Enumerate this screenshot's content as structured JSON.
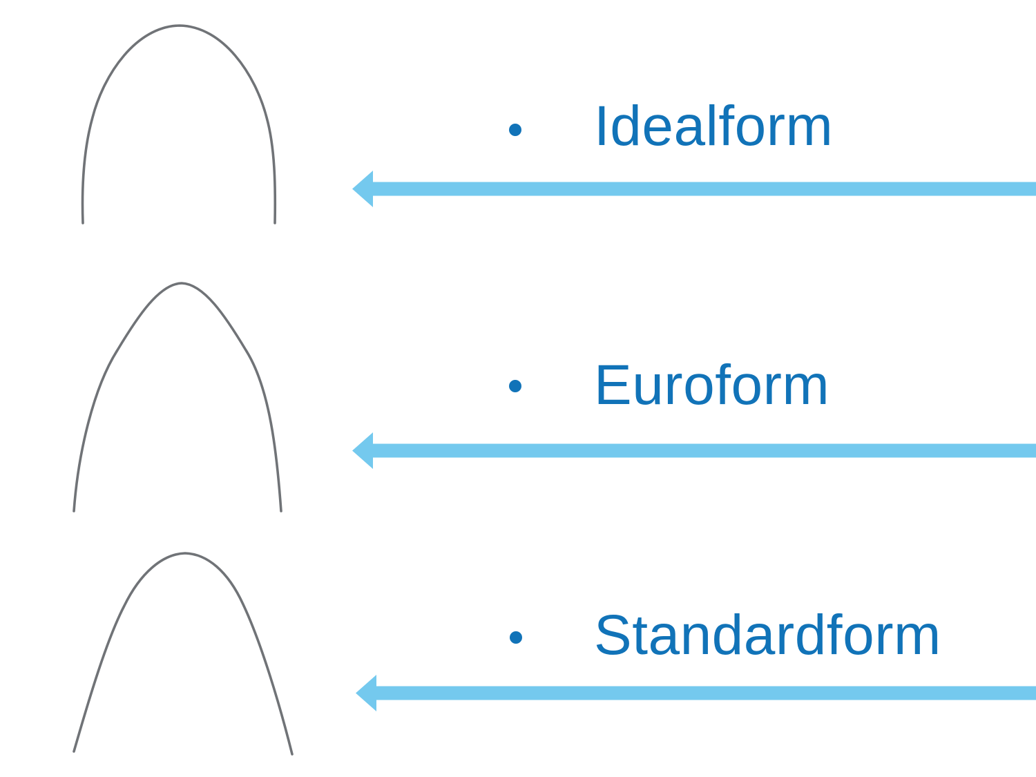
{
  "colors": {
    "background": "#ffffff",
    "text_blue": "#1173b8",
    "arrow_blue": "#74c9ee",
    "wire_gray": "#64676b"
  },
  "slide": {
    "items": [
      {
        "label": "Idealform",
        "bullet_icon": "filled-circle-bullet",
        "image": "idealform-archwire-outline",
        "arrow_icon": "left-arrow"
      },
      {
        "label": "Euroform",
        "bullet_icon": "filled-circle-bullet",
        "image": "euroform-archwire-outline",
        "arrow_icon": "left-arrow"
      },
      {
        "label": "Standardform",
        "bullet_icon": "filled-circle-bullet",
        "image": "standardform-archwire-outline",
        "arrow_icon": "left-arrow"
      }
    ]
  }
}
